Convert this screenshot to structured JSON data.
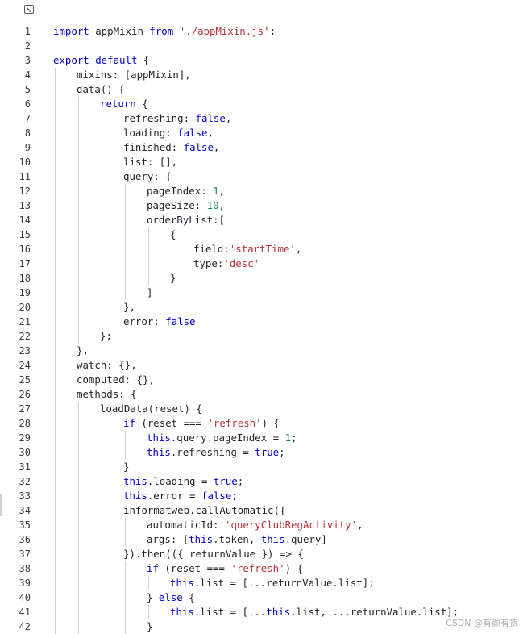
{
  "toolbar": {
    "terminal_icon": "terminal-icon"
  },
  "colors": {
    "keyword": "#0000cc",
    "string": "#b8323a",
    "number": "#0a8a5b",
    "text": "#1f2328",
    "guide": "#d0d0d0"
  },
  "watermark": "CSDN @有颜有货",
  "code": [
    {
      "n": "1",
      "indent": 0,
      "tokens": [
        [
          "kw",
          "import"
        ],
        [
          "t",
          " appMixin "
        ],
        [
          "kw",
          "from"
        ],
        [
          "t",
          " "
        ],
        [
          "str",
          "'./appMixin.js'"
        ],
        [
          "t",
          ";"
        ]
      ]
    },
    {
      "n": "2",
      "indent": 0,
      "tokens": []
    },
    {
      "n": "3",
      "indent": 0,
      "tokens": [
        [
          "kw",
          "export default"
        ],
        [
          "t",
          " {"
        ]
      ]
    },
    {
      "n": "4",
      "indent": 1,
      "tokens": [
        [
          "t",
          "mixins: [appMixin],"
        ]
      ]
    },
    {
      "n": "5",
      "indent": 1,
      "tokens": [
        [
          "t",
          "data() {"
        ]
      ]
    },
    {
      "n": "6",
      "indent": 2,
      "tokens": [
        [
          "kw",
          "return"
        ],
        [
          "t",
          " {"
        ]
      ]
    },
    {
      "n": "7",
      "indent": 3,
      "tokens": [
        [
          "t",
          "refreshing: "
        ],
        [
          "kw",
          "false"
        ],
        [
          "t",
          ","
        ]
      ]
    },
    {
      "n": "8",
      "indent": 3,
      "tokens": [
        [
          "t",
          "loading: "
        ],
        [
          "kw",
          "false"
        ],
        [
          "t",
          ","
        ]
      ]
    },
    {
      "n": "9",
      "indent": 3,
      "tokens": [
        [
          "t",
          "finished: "
        ],
        [
          "kw",
          "false"
        ],
        [
          "t",
          ","
        ]
      ]
    },
    {
      "n": "10",
      "indent": 3,
      "tokens": [
        [
          "t",
          "list: [],"
        ]
      ]
    },
    {
      "n": "11",
      "indent": 3,
      "tokens": [
        [
          "t",
          "query: {"
        ]
      ]
    },
    {
      "n": "12",
      "indent": 4,
      "tokens": [
        [
          "t",
          "pageIndex: "
        ],
        [
          "num",
          "1"
        ],
        [
          "t",
          ","
        ]
      ]
    },
    {
      "n": "13",
      "indent": 4,
      "tokens": [
        [
          "t",
          "pageSize: "
        ],
        [
          "num",
          "10"
        ],
        [
          "t",
          ","
        ]
      ]
    },
    {
      "n": "14",
      "indent": 4,
      "tokens": [
        [
          "t",
          "orderByList:["
        ]
      ]
    },
    {
      "n": "15",
      "indent": 5,
      "tokens": [
        [
          "t",
          "{"
        ]
      ]
    },
    {
      "n": "16",
      "indent": 6,
      "tokens": [
        [
          "t",
          "field:"
        ],
        [
          "str",
          "'startTime'"
        ],
        [
          "t",
          ","
        ]
      ]
    },
    {
      "n": "17",
      "indent": 6,
      "tokens": [
        [
          "t",
          "type:"
        ],
        [
          "str",
          "'desc'"
        ]
      ]
    },
    {
      "n": "18",
      "indent": 5,
      "tokens": [
        [
          "t",
          "}"
        ]
      ]
    },
    {
      "n": "19",
      "indent": 4,
      "tokens": [
        [
          "t",
          "]"
        ]
      ]
    },
    {
      "n": "20",
      "indent": 3,
      "tokens": [
        [
          "t",
          "},"
        ]
      ]
    },
    {
      "n": "21",
      "indent": 3,
      "tokens": [
        [
          "t",
          "error: "
        ],
        [
          "kw",
          "false"
        ]
      ]
    },
    {
      "n": "22",
      "indent": 2,
      "tokens": [
        [
          "t",
          "};"
        ]
      ]
    },
    {
      "n": "23",
      "indent": 1,
      "tokens": [
        [
          "t",
          "},"
        ]
      ]
    },
    {
      "n": "24",
      "indent": 1,
      "tokens": [
        [
          "t",
          "watch: {},"
        ]
      ]
    },
    {
      "n": "25",
      "indent": 1,
      "tokens": [
        [
          "t",
          "computed: {},"
        ]
      ]
    },
    {
      "n": "26",
      "indent": 1,
      "tokens": [
        [
          "t",
          "methods: {"
        ]
      ]
    },
    {
      "n": "27",
      "indent": 2,
      "tokens": [
        [
          "t",
          "loadData("
        ],
        [
          "sq",
          "reset"
        ],
        [
          "t",
          ") {"
        ]
      ]
    },
    {
      "n": "28",
      "indent": 3,
      "tokens": [
        [
          "kw",
          "if"
        ],
        [
          "t",
          " (reset === "
        ],
        [
          "str",
          "'refresh'"
        ],
        [
          "t",
          ") {"
        ]
      ]
    },
    {
      "n": "29",
      "indent": 4,
      "tokens": [
        [
          "kw",
          "this"
        ],
        [
          "t",
          ".query.pageIndex = "
        ],
        [
          "num",
          "1"
        ],
        [
          "t",
          ";"
        ]
      ]
    },
    {
      "n": "30",
      "indent": 4,
      "tokens": [
        [
          "kw",
          "this"
        ],
        [
          "t",
          ".refreshing = "
        ],
        [
          "kw",
          "true"
        ],
        [
          "t",
          ";"
        ]
      ]
    },
    {
      "n": "31",
      "indent": 3,
      "tokens": [
        [
          "t",
          "}"
        ]
      ]
    },
    {
      "n": "32",
      "indent": 3,
      "tokens": [
        [
          "kw",
          "this"
        ],
        [
          "t",
          ".loading = "
        ],
        [
          "kw",
          "true"
        ],
        [
          "t",
          ";"
        ]
      ]
    },
    {
      "n": "33",
      "indent": 3,
      "tokens": [
        [
          "kw",
          "this"
        ],
        [
          "t",
          ".error = "
        ],
        [
          "kw",
          "false"
        ],
        [
          "t",
          ";"
        ]
      ]
    },
    {
      "n": "34",
      "indent": 3,
      "tokens": [
        [
          "t",
          "informatweb.callAutomatic({"
        ]
      ]
    },
    {
      "n": "35",
      "indent": 4,
      "tokens": [
        [
          "t",
          "automaticId: "
        ],
        [
          "str",
          "'queryClubRegActivity'"
        ],
        [
          "t",
          ","
        ]
      ]
    },
    {
      "n": "36",
      "indent": 4,
      "tokens": [
        [
          "t",
          "args: ["
        ],
        [
          "kw",
          "this"
        ],
        [
          "t",
          ".token, "
        ],
        [
          "kw",
          "this"
        ],
        [
          "t",
          ".query]"
        ]
      ]
    },
    {
      "n": "37",
      "indent": 3,
      "tokens": [
        [
          "t",
          "}).then(({ returnValue }) => {"
        ]
      ]
    },
    {
      "n": "38",
      "indent": 4,
      "tokens": [
        [
          "kw",
          "if"
        ],
        [
          "t",
          " (reset === "
        ],
        [
          "str",
          "'refresh'"
        ],
        [
          "t",
          ") {"
        ]
      ]
    },
    {
      "n": "39",
      "indent": 5,
      "tokens": [
        [
          "kw",
          "this"
        ],
        [
          "t",
          ".list = [...returnValue.list];"
        ]
      ]
    },
    {
      "n": "40",
      "indent": 4,
      "tokens": [
        [
          "t",
          "} "
        ],
        [
          "kw",
          "else"
        ],
        [
          "t",
          " {"
        ]
      ]
    },
    {
      "n": "41",
      "indent": 5,
      "tokens": [
        [
          "kw",
          "this"
        ],
        [
          "t",
          ".list = [..."
        ],
        [
          "kw",
          "this"
        ],
        [
          "t",
          ".list, ...returnValue.list];"
        ]
      ]
    },
    {
      "n": "42",
      "indent": 4,
      "tokens": [
        [
          "t",
          "}"
        ]
      ]
    }
  ]
}
